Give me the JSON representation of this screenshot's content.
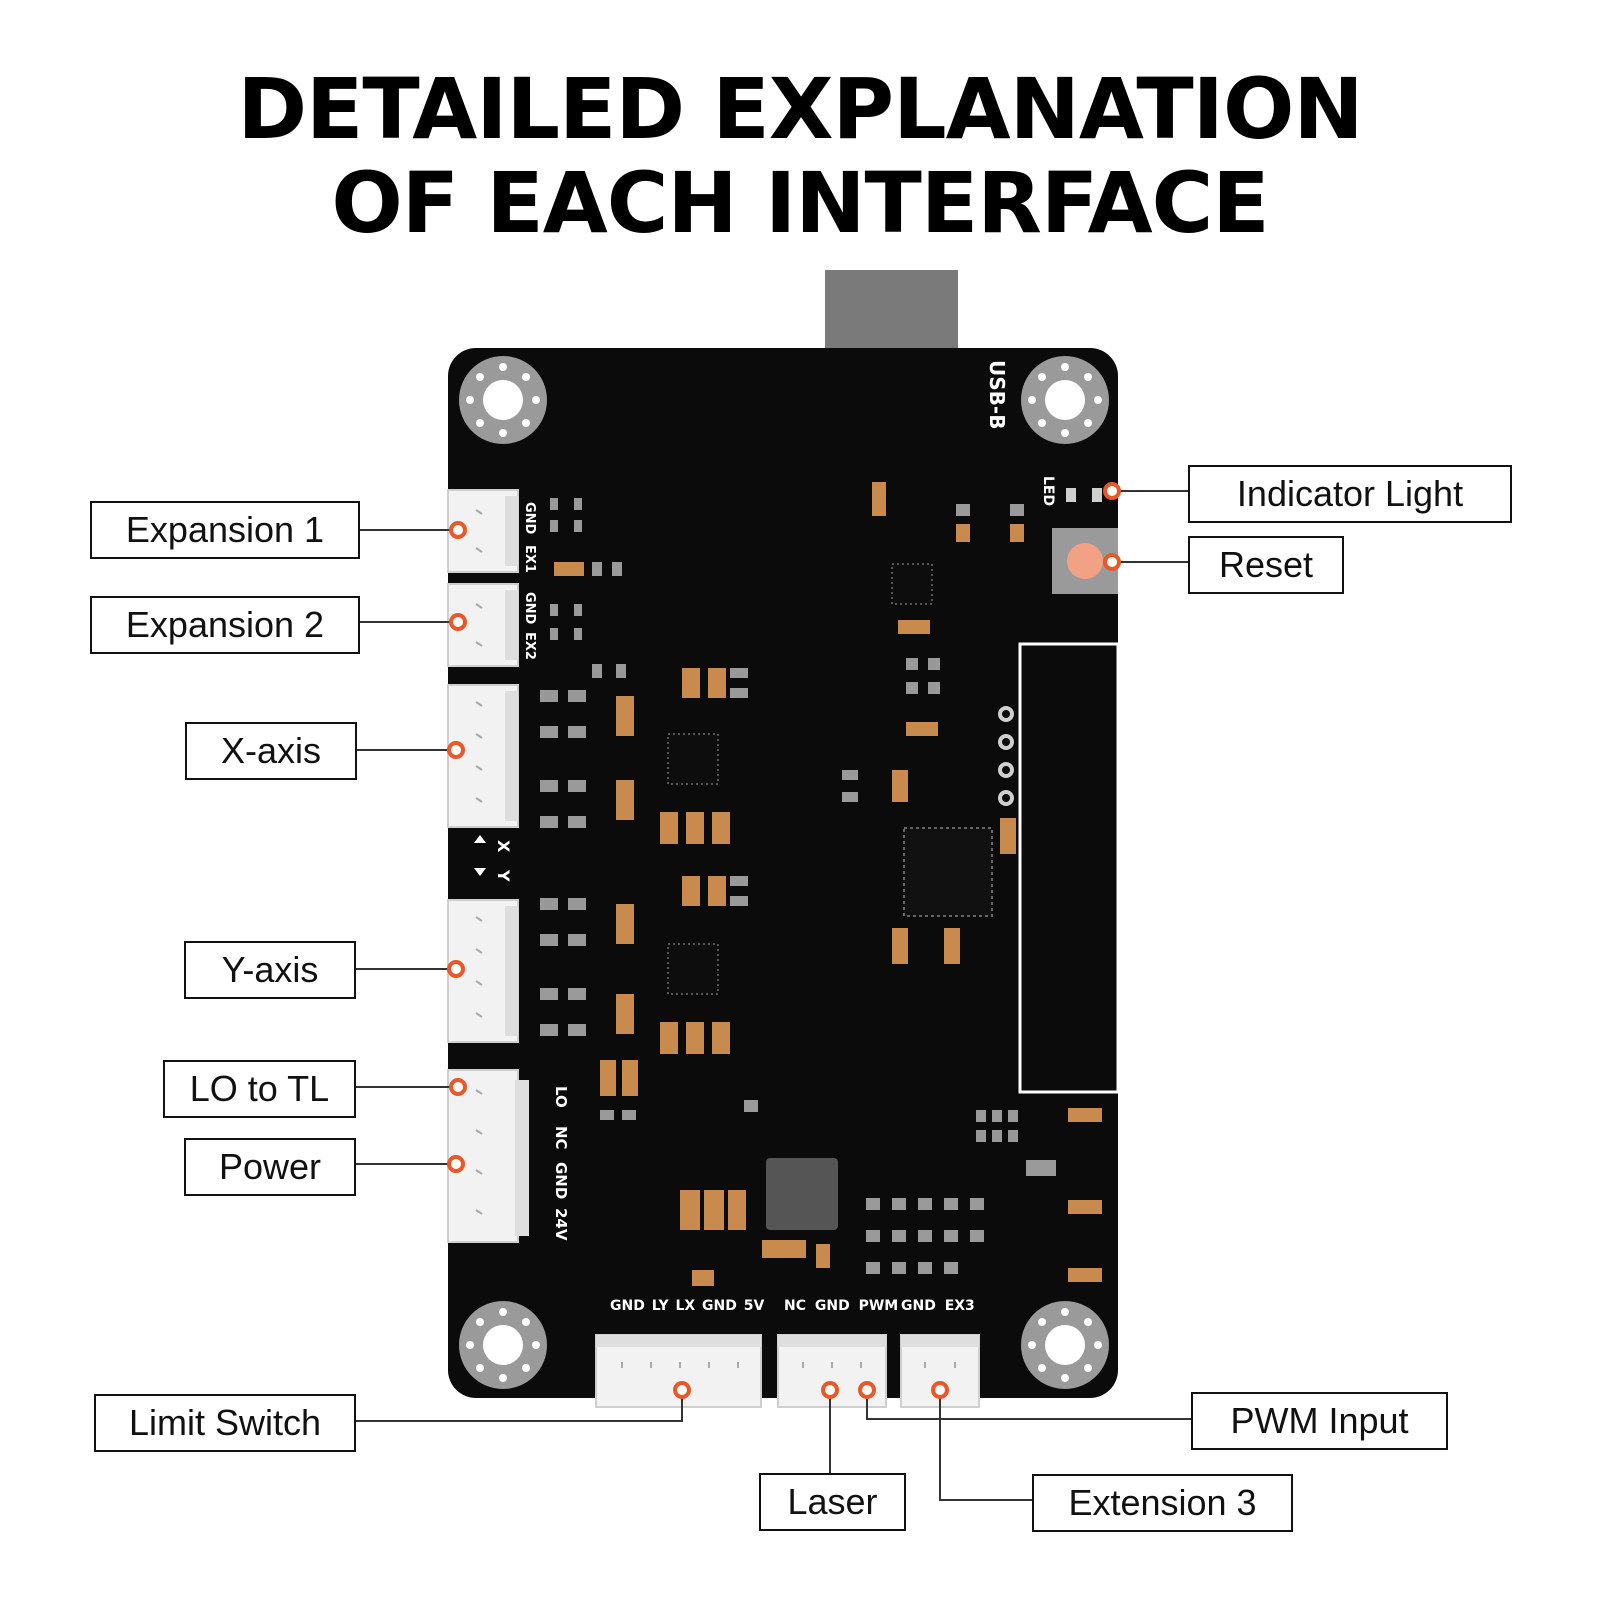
{
  "title": {
    "line1": "DETAILED EXPLANATION",
    "line2": "OF EACH INTERFACE"
  },
  "callouts": {
    "expansion_1": "Expansion 1",
    "expansion_2": "Expansion 2",
    "x_axis": "X-axis",
    "y_axis": "Y-axis",
    "lo_to_tl": "LO to TL",
    "power": "Power",
    "limit_switch": "Limit Switch",
    "indicator_light": "Indicator Light",
    "reset": "Reset",
    "pwm_input": "PWM Input",
    "laser": "Laser",
    "extension_3": "Extension 3"
  },
  "silkscreen": {
    "usb": "USB-B",
    "led": "LED",
    "gnd": "GND",
    "ex1": "EX1",
    "ex2": "EX2",
    "x": "X",
    "y": "Y",
    "lo": "LO",
    "nc": "NC",
    "v24": "24V",
    "limit_row": "GND LY LX GND 5V",
    "laser_row": "NC GND PWM",
    "ext_row": "GND EX3"
  },
  "colors": {
    "board": "#0b0b0b",
    "accent": "#e8582a",
    "component_tan": "#c98a4d",
    "component_gray": "#9a9a9a",
    "connector": "#f2f2f2",
    "reset_button": "#f2a184"
  }
}
